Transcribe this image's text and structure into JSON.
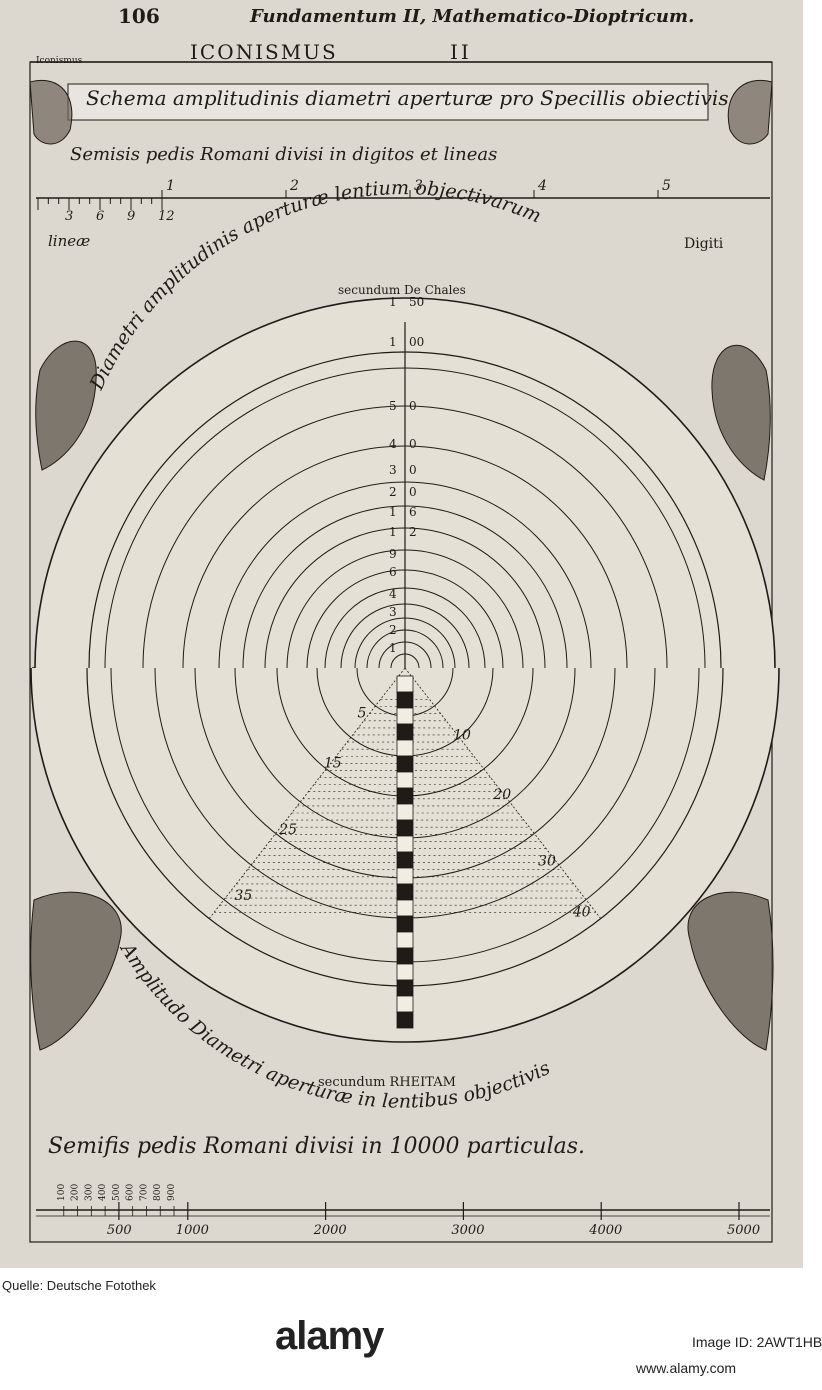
{
  "header": {
    "page_number": "106",
    "running_head": "Fundamentum II, Mathematico-Dioptricum."
  },
  "plate": {
    "title": "ICONISMUS",
    "number": "II",
    "corner_label": "Iconismus"
  },
  "scheme_caption": "Schema amplitudinis diametri aperturæ pro Specillis obiectivis",
  "upper_scale": {
    "caption": "Semisis pedis Romani divisi in digitos et lineas",
    "line_ticks": [
      "3",
      "6",
      "9",
      "12"
    ],
    "digit_ticks": [
      "1",
      "2",
      "3",
      "4",
      "5"
    ],
    "lineae_label": "lineæ",
    "digiti_label": "Digiti"
  },
  "upper_diagram": {
    "arc_text": "Diametri amplitudinis aperturæ lentium objectivarum",
    "sub_text": "secundum De Chales",
    "axis_labels": [
      "150",
      "100",
      "50",
      "40",
      "30",
      "20",
      "16",
      "12",
      "9",
      "6",
      "4",
      "3",
      "2",
      "1"
    ]
  },
  "lower_diagram": {
    "arc_text": "Amplitudo Diametri aperturæ in lentibus objectivis",
    "sub_text": "secundum RHEITAM",
    "right_labels": [
      "10",
      "20",
      "30",
      "40"
    ],
    "left_labels": [
      "5",
      "15",
      "25",
      "35"
    ]
  },
  "lower_scale": {
    "caption": "Semifis pedis Romani divisi in 10000 particulas.",
    "small_ticks": [
      "100",
      "200",
      "300",
      "400",
      "500",
      "600",
      "700",
      "800",
      "900"
    ],
    "major_ticks": [
      "500",
      "1000",
      "2000",
      "3000",
      "4000",
      "5000"
    ]
  },
  "footer": {
    "source_credit": "Quelle: Deutsche Fotothek",
    "watermark_logo": "alamy",
    "stock_image_id": "Image ID: 2AWT1HB",
    "stock_site": "www.alamy.com"
  },
  "colors": {
    "paper": "#dcd8cf",
    "ink": "#1f1b16",
    "banner": "#ffffff"
  }
}
